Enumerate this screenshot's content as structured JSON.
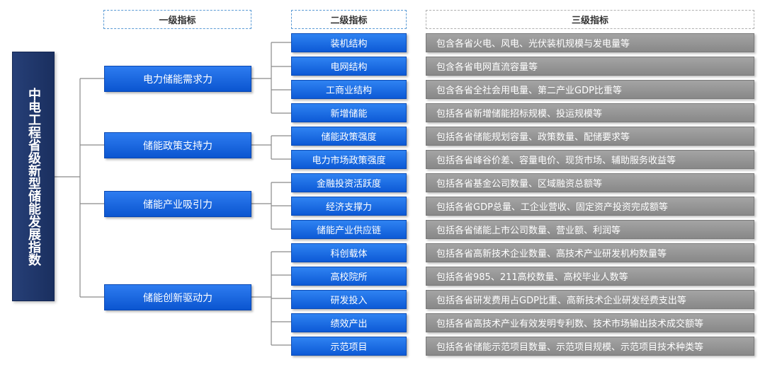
{
  "headers": {
    "level1": "一级指标",
    "level2": "二级指标",
    "level3": "三级指标"
  },
  "root": {
    "label": "中电工程省级新型储能发展指数"
  },
  "groups": [
    {
      "label": "电力储能需求力"
    },
    {
      "label": "储能政策支持力"
    },
    {
      "label": "储能产业吸引力"
    },
    {
      "label": "储能创新驱动力"
    }
  ],
  "items": [
    {
      "label": "装机结构",
      "desc": "包含各省火电、风电、光伏装机规模与发电量等"
    },
    {
      "label": "电网结构",
      "desc": "包含各省电网直流容量等"
    },
    {
      "label": "工商业结构",
      "desc": "包含各省全社会用电量、第二产业GDP比重等"
    },
    {
      "label": "新增储能",
      "desc": "包括各省新增储能招标规模、投运规模等"
    },
    {
      "label": "储能政策强度",
      "desc": "包括各省储能规划容量、政策数量、配储要求等"
    },
    {
      "label": "电力市场政策强度",
      "desc": "包括各省峰谷价差、容量电价、现货市场、辅助服务收益等"
    },
    {
      "label": "金融投资活跃度",
      "desc": "包括各省基金公司数量、区域融资总额等"
    },
    {
      "label": "经济支撑力",
      "desc": "包括各省GDP总量、工企业营收、固定资产投资完成额等"
    },
    {
      "label": "储能产业供应链",
      "desc": "包括各省储能上市公司数量、营业额、利润等"
    },
    {
      "label": "科创载体",
      "desc": "包括各省高新技术企业数量、高技术产业研发机构数量等"
    },
    {
      "label": "高校院所",
      "desc": "包括各省985、211高校数量、高校毕业人数等"
    },
    {
      "label": "研发投入",
      "desc": "包括各省研发费用占GDP比重、高新技术企业研发经费支出等"
    },
    {
      "label": "绩效产出",
      "desc": "包括各省高技术产业有效发明专利数、技术市场输出技术成交额等"
    },
    {
      "label": "示范项目",
      "desc": "包括各省储能示范项目数量、示范项目规模、示范项目技术种类等"
    }
  ]
}
